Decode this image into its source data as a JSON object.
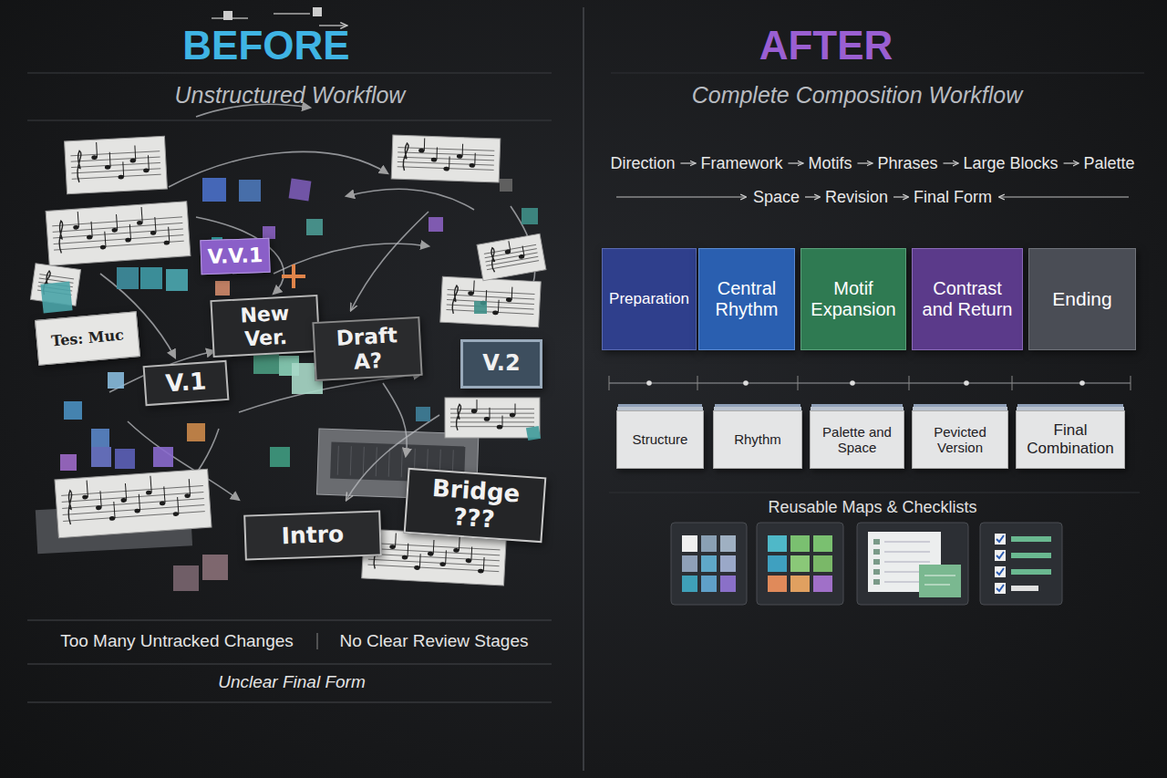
{
  "diagram": {
    "nodes": [
      {
        "text": [
          "V.V.1"
        ]
      },
      {
        "text": [
          "New Ver."
        ]
      },
      {
        "text": [
          "Tes: Muc"
        ]
      },
      {
        "text": [
          "Draft A?"
        ]
      },
      {
        "text": [
          "V.2"
        ]
      },
      {
        "text": [
          "V.1"
        ]
      },
      {
        "text": [
          "Bridge ???"
        ]
      },
      {
        "text": [
          "Intro"
        ]
      },
      {
        "text": [
          "Preparation"
        ]
      },
      {
        "text": [
          "Central Rhythm"
        ]
      },
      {
        "text": [
          "Motif Expansion"
        ]
      },
      {
        "text": [
          "Contrast and Return"
        ]
      },
      {
        "text": [
          "Ending"
        ]
      },
      {
        "text": [
          "Structure"
        ]
      },
      {
        "text": [
          "Rhythm"
        ]
      },
      {
        "text": [
          "Palette and Space"
        ]
      },
      {
        "text": [
          "Pevicted Version"
        ]
      },
      {
        "text": [
          "Final Combination"
        ]
      }
    ],
    "labels": [
      "BEFORE",
      "Unstructured Workflow",
      "Too Many Untracked Changes",
      "No Clear Review Stages",
      "Unclear Final Form",
      "AFTER",
      "Complete Composition Workflow",
      "Direction",
      "Framework",
      "Motifs",
      "Phrases",
      "Large Blocks",
      "Palette",
      "Space",
      "Revision",
      "Final Form",
      "Reusable Maps & Checklists"
    ]
  }
}
